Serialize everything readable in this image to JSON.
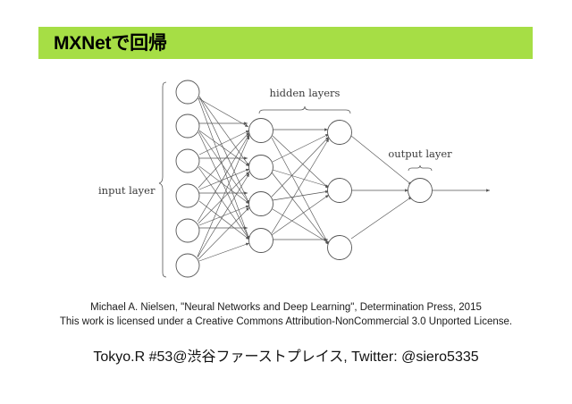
{
  "slide": {
    "background_color": "#ffffff",
    "title": {
      "text": "MXNetで回帰",
      "band_color": "#a6de45",
      "text_color": "#000000"
    }
  },
  "diagram": {
    "name": "neural-network-diagram",
    "labels": {
      "input_layer": "input layer",
      "hidden_layers": "hidden layers",
      "output_layer": "output layer"
    },
    "layers": [
      {
        "name": "input layer",
        "node_count": 6
      },
      {
        "name": "hidden layer 1",
        "node_count": 4
      },
      {
        "name": "hidden layer 2",
        "node_count": 3
      },
      {
        "name": "output layer",
        "node_count": 1
      }
    ],
    "stroke_color": "#555555",
    "node_fill": "#ffffff"
  },
  "caption": {
    "line1": "Michael A. Nielsen, \"Neural Networks and Deep Learning\", Determination Press, 2015",
    "line2": "This work is licensed under a Creative Commons Attribution-NonCommercial 3.0 Unported License."
  },
  "footer": {
    "text": "Tokyo.R #53@渋谷ファーストプレイス, Twitter: @siero5335"
  }
}
